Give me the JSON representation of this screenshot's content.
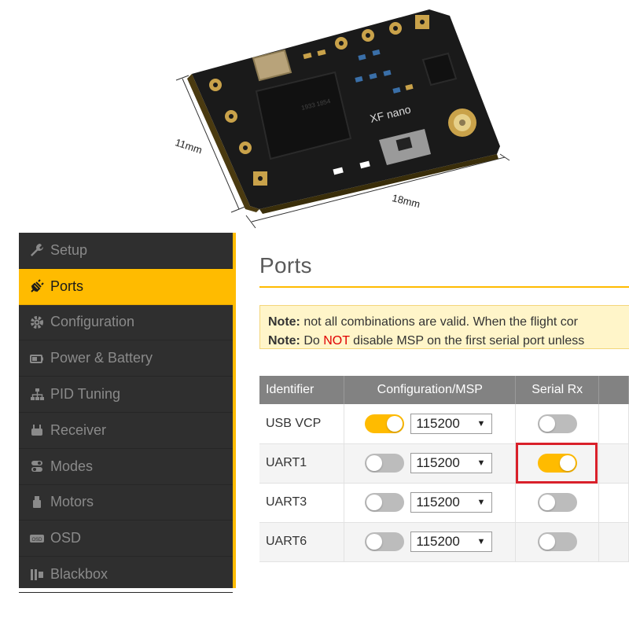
{
  "photo": {
    "dim_width": "18mm",
    "dim_height": "11mm",
    "board_text": "XF nano"
  },
  "sidebar": {
    "items": [
      {
        "label": "Setup",
        "icon": "wrench-icon",
        "active": false
      },
      {
        "label": "Ports",
        "icon": "plug-icon",
        "active": true
      },
      {
        "label": "Configuration",
        "icon": "gear-icon",
        "active": false
      },
      {
        "label": "Power & Battery",
        "icon": "battery-icon",
        "active": false
      },
      {
        "label": "PID Tuning",
        "icon": "sitemap-icon",
        "active": false
      },
      {
        "label": "Receiver",
        "icon": "receiver-icon",
        "active": false
      },
      {
        "label": "Modes",
        "icon": "toggles-icon",
        "active": false
      },
      {
        "label": "Motors",
        "icon": "motor-icon",
        "active": false
      },
      {
        "label": "OSD",
        "icon": "osd-icon",
        "active": false
      },
      {
        "label": "Blackbox",
        "icon": "blackbox-icon",
        "active": false
      }
    ]
  },
  "main": {
    "title": "Ports",
    "notes": [
      {
        "prefix": "Note:",
        "text": " not all combinations are valid. When the flight cor"
      },
      {
        "prefix": "Note:",
        "pre": " Do ",
        "warn": "NOT",
        "text": " disable MSP on the first serial port unless"
      }
    ],
    "table": {
      "headers": [
        "Identifier",
        "Configuration/MSP",
        "Serial Rx"
      ],
      "rows": [
        {
          "identifier": "USB VCP",
          "msp_on": true,
          "baud": "115200",
          "serial_rx_on": false
        },
        {
          "identifier": "UART1",
          "msp_on": false,
          "baud": "115200",
          "serial_rx_on": true
        },
        {
          "identifier": "UART3",
          "msp_on": false,
          "baud": "115200",
          "serial_rx_on": false
        },
        {
          "identifier": "UART6",
          "msp_on": false,
          "baud": "115200",
          "serial_rx_on": false
        }
      ]
    }
  },
  "colors": {
    "accent": "#ffbb00",
    "sidebar_bg": "#2f2f2f",
    "highlight": "#d9202a",
    "note_bg": "#fff5c9"
  }
}
